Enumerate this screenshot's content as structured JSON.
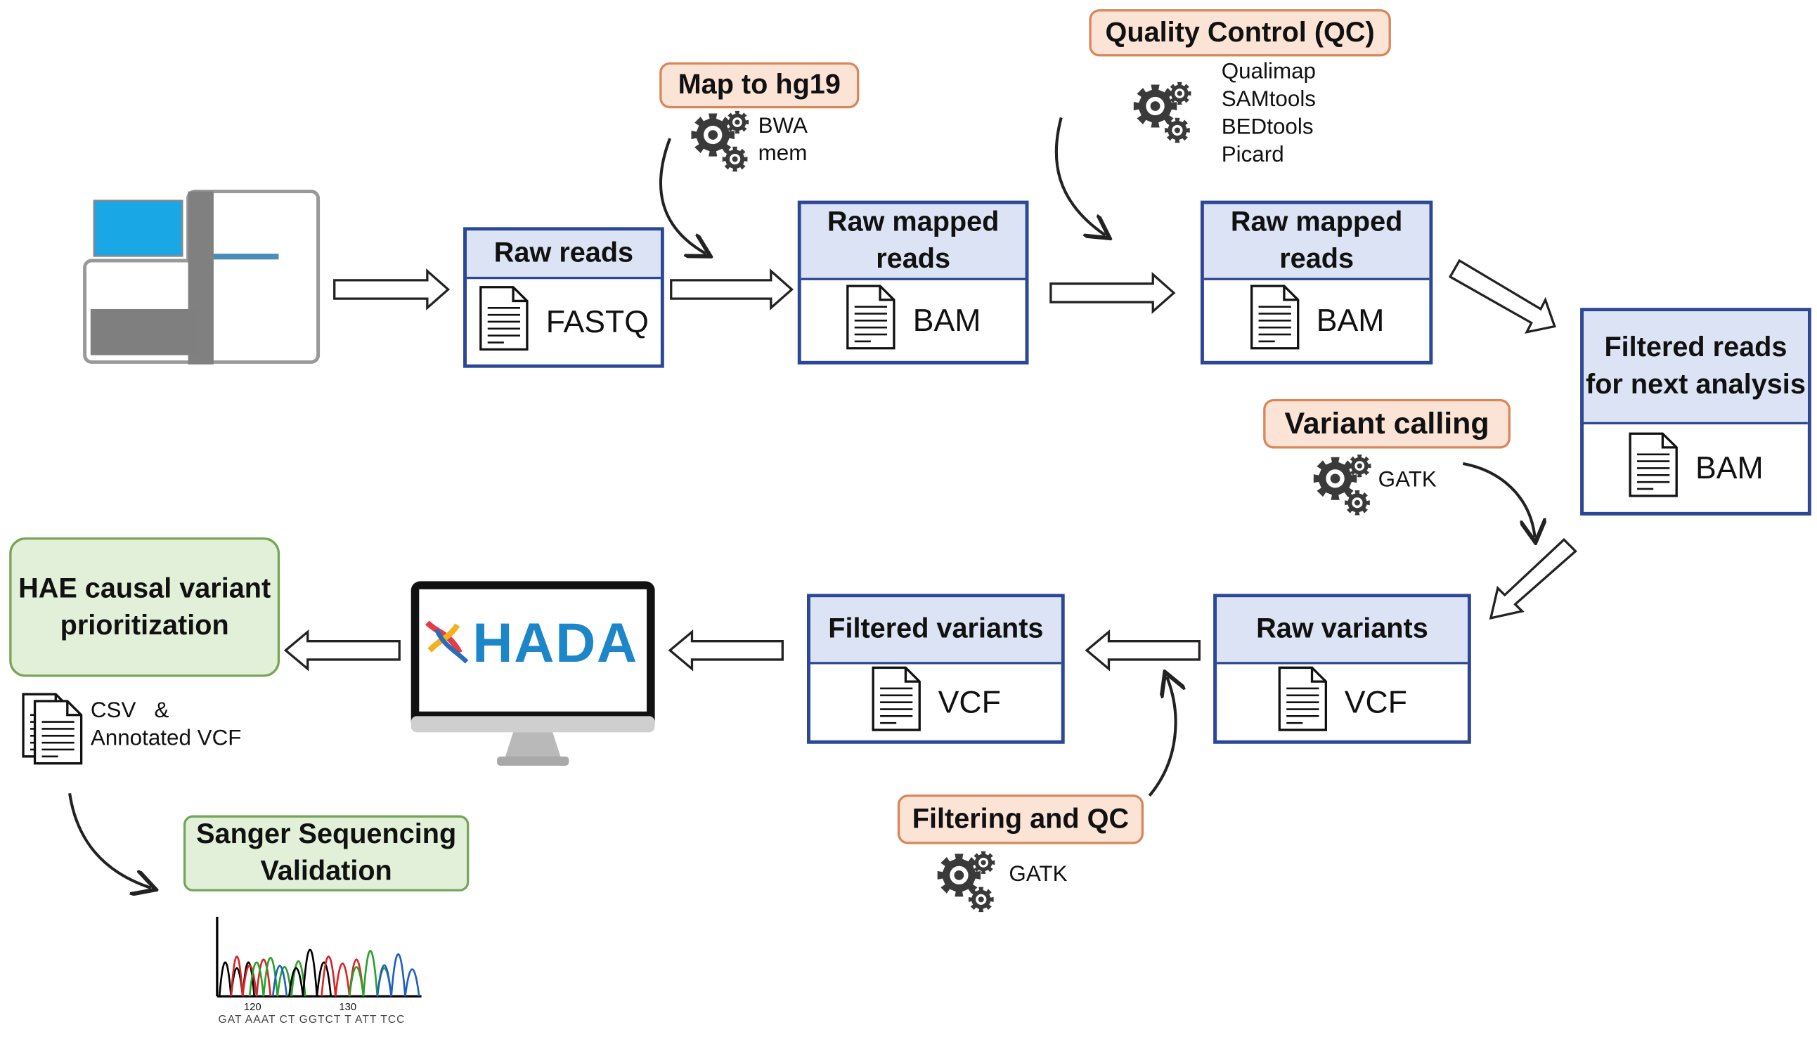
{
  "boxes": {
    "raw_reads": {
      "title": "Raw reads",
      "format": "FASTQ"
    },
    "raw_mapped_1": {
      "title": "Raw mapped reads",
      "format": "BAM"
    },
    "raw_mapped_2": {
      "title": "Raw mapped reads",
      "format": "BAM"
    },
    "filtered_reads": {
      "title": "Filtered reads for next analysis",
      "format": "BAM"
    },
    "raw_variants": {
      "title": "Raw variants",
      "format": "VCF"
    },
    "filtered_variants": {
      "title": "Filtered variants",
      "format": "VCF"
    }
  },
  "steps": {
    "map": {
      "label": "Map to hg19",
      "tools": [
        "BWA",
        "mem"
      ]
    },
    "qc": {
      "label": "Quality Control (QC)",
      "tools": [
        "Qualimap",
        "SAMtools",
        "BEDtools",
        "Picard"
      ]
    },
    "variant_calling": {
      "label": "Variant calling",
      "tools": [
        "GATK"
      ]
    },
    "filtering": {
      "label": "Filtering and QC",
      "tools": [
        "GATK"
      ]
    }
  },
  "hae": {
    "label": "HAE causal variant prioritization",
    "outputs": "CSV   &\nAnnotated VCF"
  },
  "sanger": {
    "label": "Sanger Sequencing Validation",
    "tick_labels": [
      "120",
      "130"
    ],
    "sequence": "GAT AAAT CT GGTCT T ATT TCC"
  },
  "hada": {
    "logo_text": "HADA"
  },
  "colors": {
    "box_border": "#2c4796",
    "box_header": "#dce3f4",
    "step_fill": "#fbe4d6",
    "step_border": "#d9865a",
    "green_fill": "#e2f0d9",
    "green_border": "#76a55a",
    "hada_blue": "#1c86c8",
    "sequencer_screen": "#1aa7e6"
  }
}
